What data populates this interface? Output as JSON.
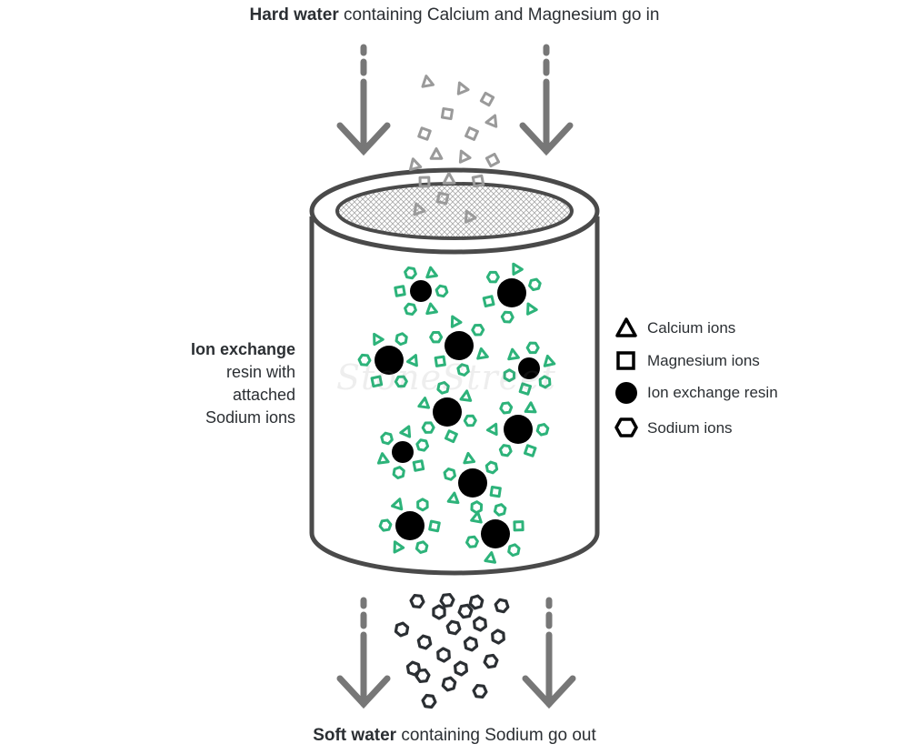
{
  "top_caption": {
    "bold": "Hard water",
    "rest": " containing Calcium and Magnesium go in"
  },
  "bottom_caption": {
    "bold": "Soft water",
    "rest": " containing Sodium go out"
  },
  "side_label": {
    "bold": "Ion exchange",
    "line2": "resin with",
    "line3": "attached",
    "line4": "Sodium ions"
  },
  "legend": [
    {
      "label": "Calcium ions",
      "icon": "triangle-icon"
    },
    {
      "label": "Magnesium ions",
      "icon": "square-icon"
    },
    {
      "label": "Ion exchange resin",
      "icon": "circle-icon"
    },
    {
      "label": "Sodium ions",
      "icon": "hexagon-icon"
    }
  ],
  "watermark": "StoneStreet",
  "colors": {
    "text": "#2b2f33",
    "cylinder": "#4a4a4a",
    "arrow": "#777777",
    "hard_ion": "#9a9a9a",
    "resin": "#000000",
    "resin_ion": "#2db37a",
    "soft_ion": "#2b2f33"
  }
}
